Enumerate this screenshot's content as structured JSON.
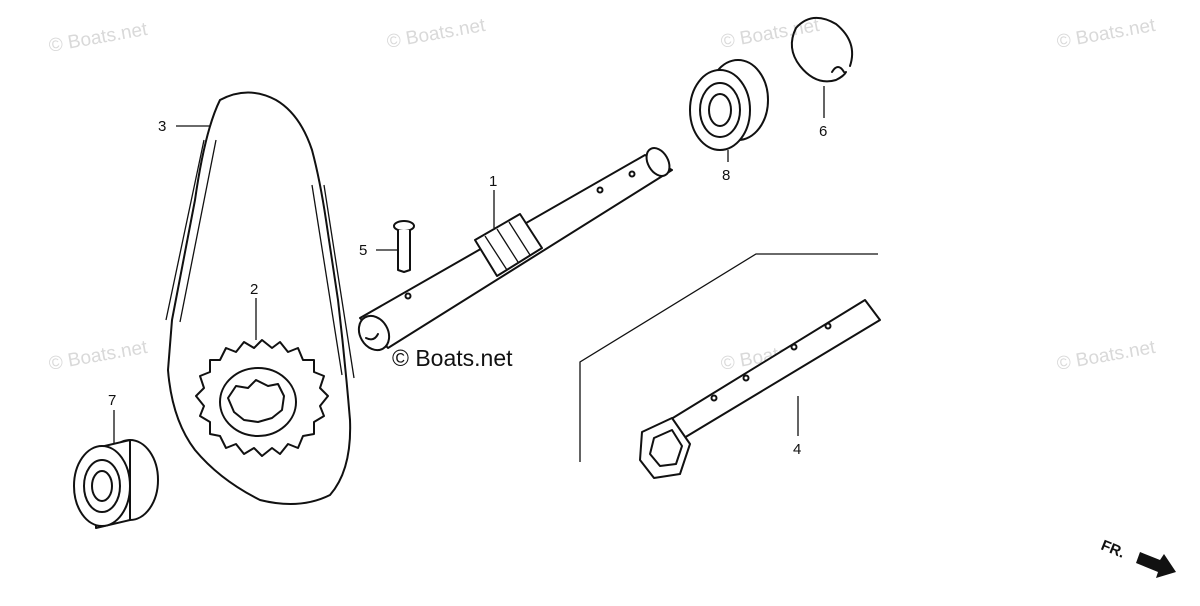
{
  "watermarks": [
    "© Boats.net",
    "© Boats.net",
    "© Boats.net",
    "© Boats.net",
    "© Boats.net",
    "© Boats.net",
    "© Boats.net"
  ],
  "brand": "© Boats.net",
  "direction_label": "FR.",
  "callouts": [
    "1",
    "2",
    "3",
    "4",
    "5",
    "6",
    "7",
    "8"
  ]
}
